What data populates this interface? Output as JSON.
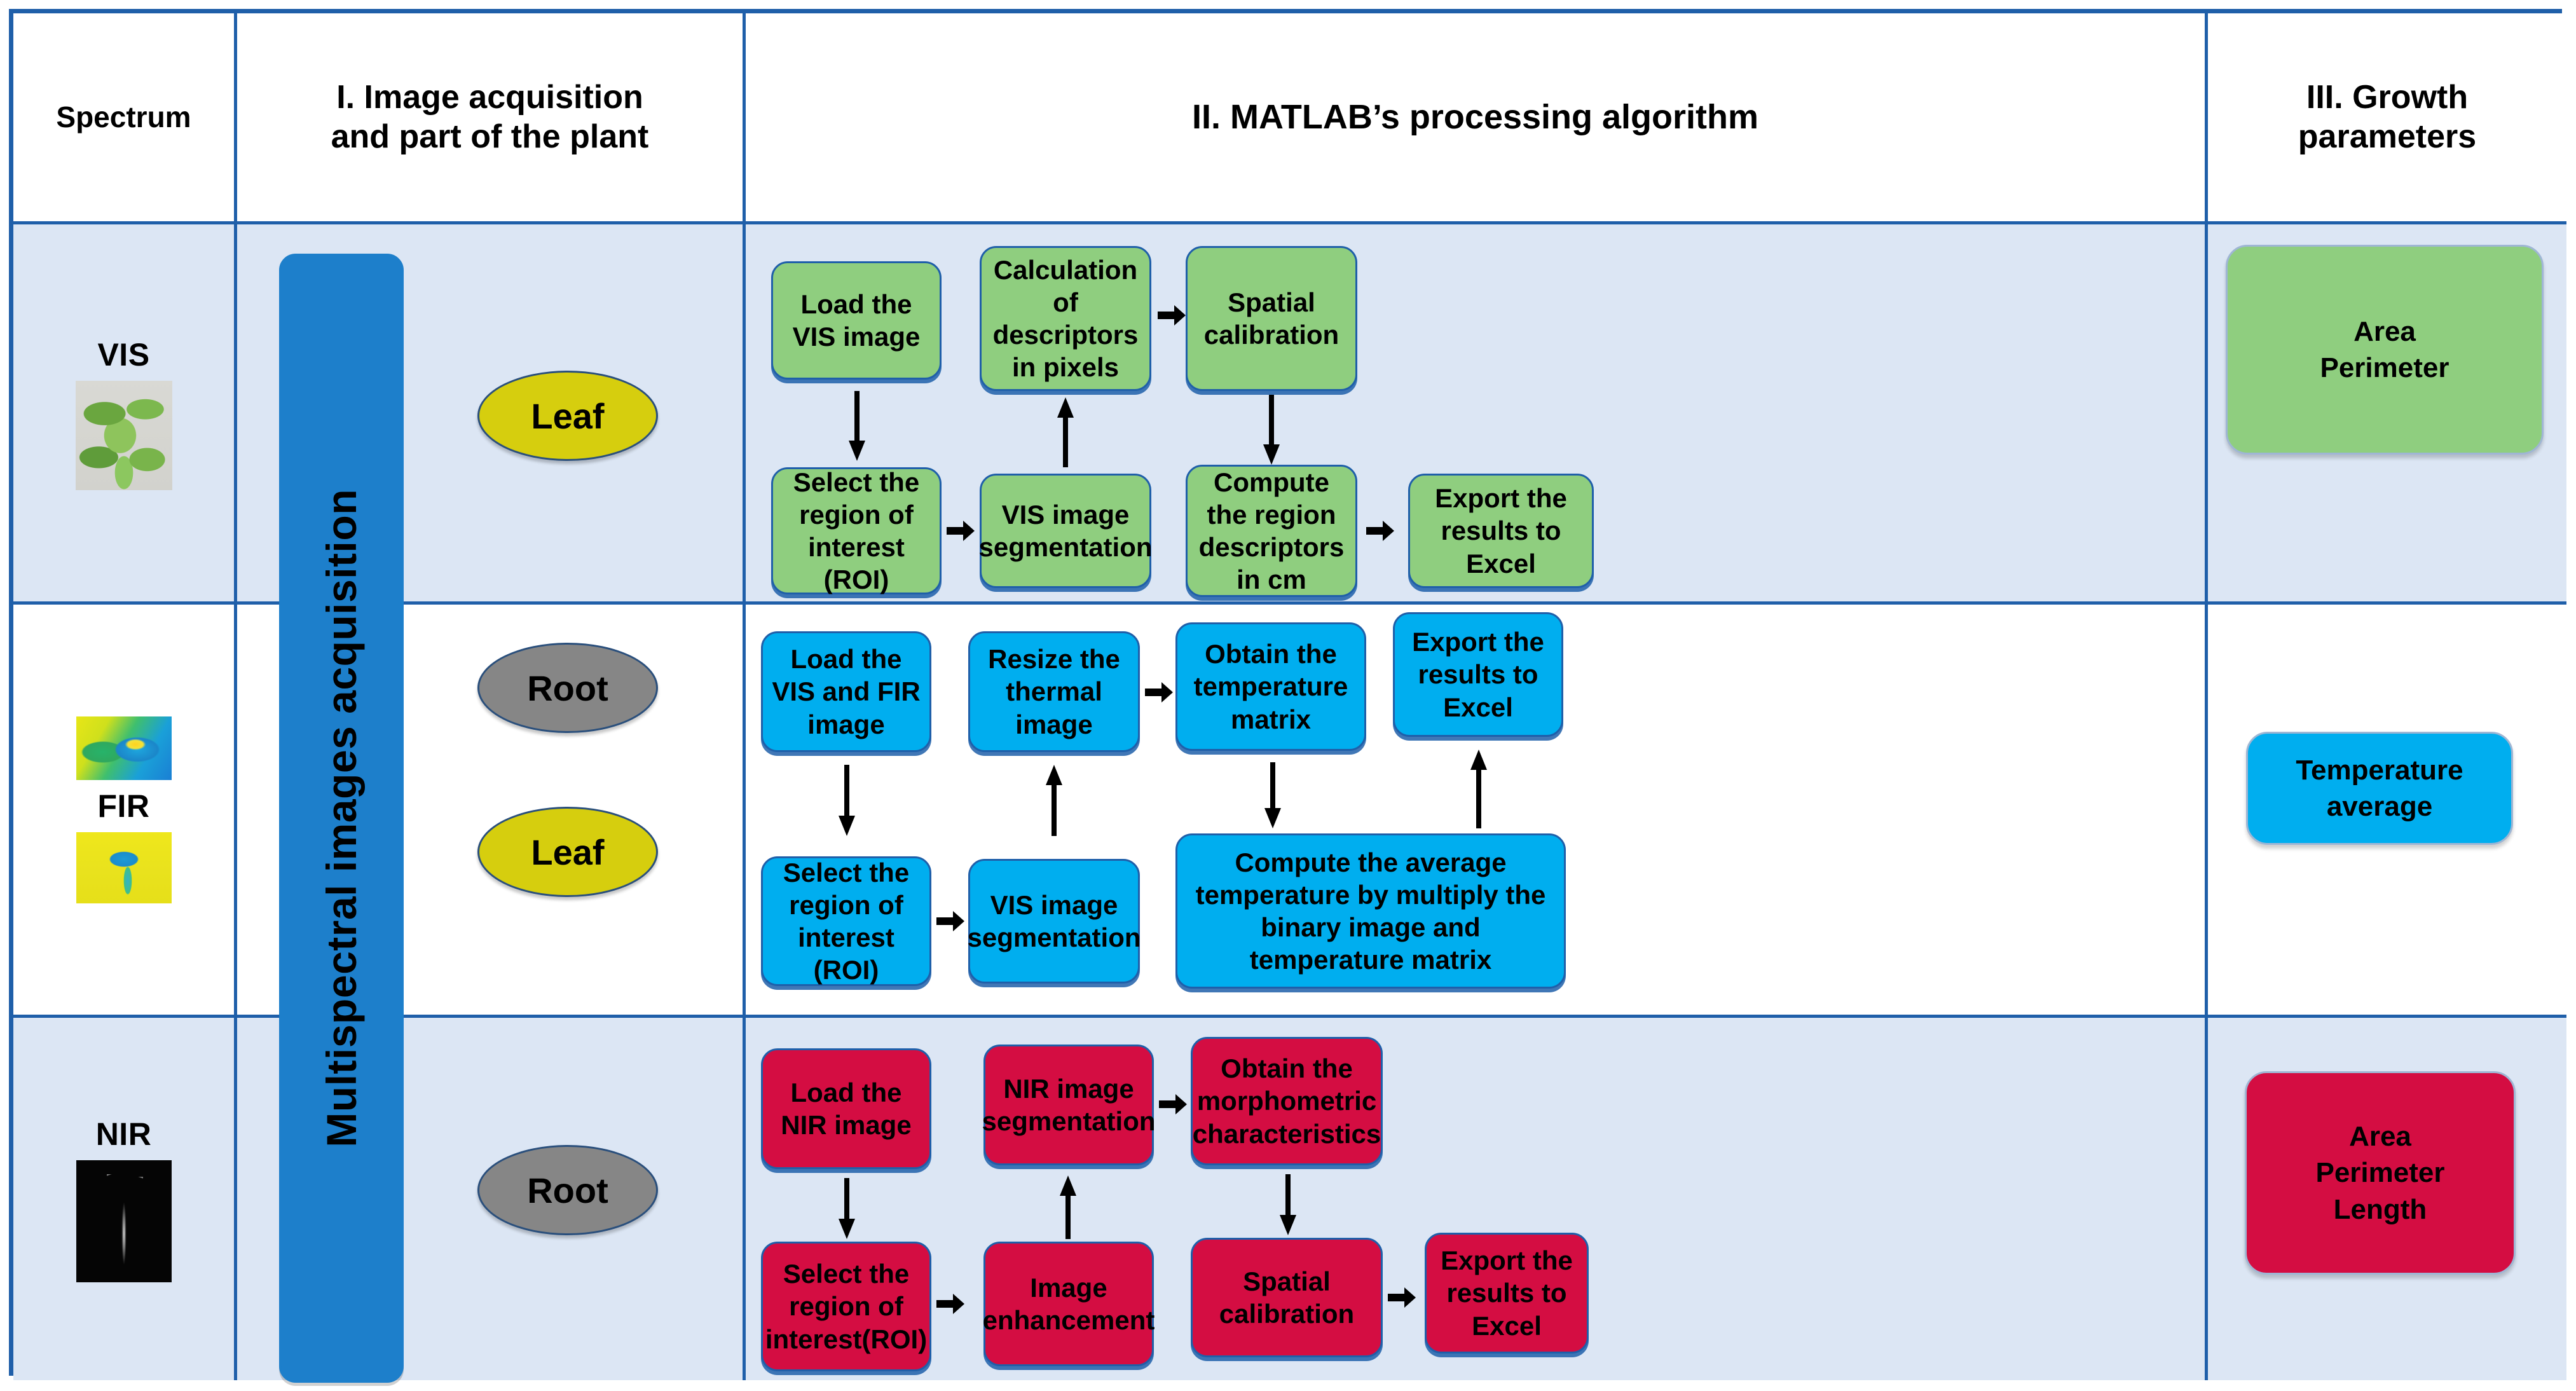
{
  "header": {
    "col_spectrum": "Spectrum",
    "col_acquisition": "I. Image acquisition\nand part of the plant",
    "col_processing": "II. MATLAB’s processing algorithm",
    "col_growth": "III. Growth\nparameters"
  },
  "acquisition": {
    "bar_label": "Multispectral images acquisition"
  },
  "spectra": {
    "vis": {
      "label": "VIS",
      "thumb": "plant-leaf-photo"
    },
    "fir": {
      "label": "FIR",
      "thumb_top": "thermal-leaf-image",
      "thumb_bottom": "thermal-root-image"
    },
    "nir": {
      "label": "NIR",
      "thumb": "nir-root-image"
    }
  },
  "plant_parts": {
    "vis": [
      "Leaf"
    ],
    "fir": [
      "Root",
      "Leaf"
    ],
    "nir": [
      "Root"
    ]
  },
  "colors": {
    "vis_accent": "#8FCE7F",
    "fir_accent": "#00AEEF",
    "nir_accent": "#D40D42",
    "grid_border": "#1F5FA9",
    "row_tint": "#DCE6F4",
    "acquisition_bar": "#1D7FCB",
    "leaf_ellipse": "#D6CE0E",
    "root_ellipse": "#868686"
  },
  "flows": {
    "vis": {
      "nodes": [
        "Load the VIS image",
        "Calculation of descriptors in pixels",
        "Spatial calibration",
        "Select the region of interest (ROI)",
        "VIS image segmentation",
        "Compute the region descriptors in cm",
        "Export the results to Excel"
      ]
    },
    "fir": {
      "nodes": [
        "Load the VIS and FIR image",
        "Resize the thermal image",
        "Obtain the temperature matrix",
        "Export the results to Excel",
        "Select the region of interest (ROI)",
        "VIS image segmentation",
        "Compute the average temperature by multiply the binary image and temperature matrix"
      ]
    },
    "nir": {
      "nodes": [
        "Load the NIR image",
        "NIR image segmentation",
        "Obtain the morphometric characteristics",
        "Select the region of interest(ROI)",
        "Image enhancement",
        "Spatial calibration",
        "Export the results to Excel"
      ]
    }
  },
  "growth_parameters": {
    "vis": "Area\nPerimeter",
    "fir": "Temperature\naverage",
    "nir": "Area\nPerimeter\nLength"
  }
}
